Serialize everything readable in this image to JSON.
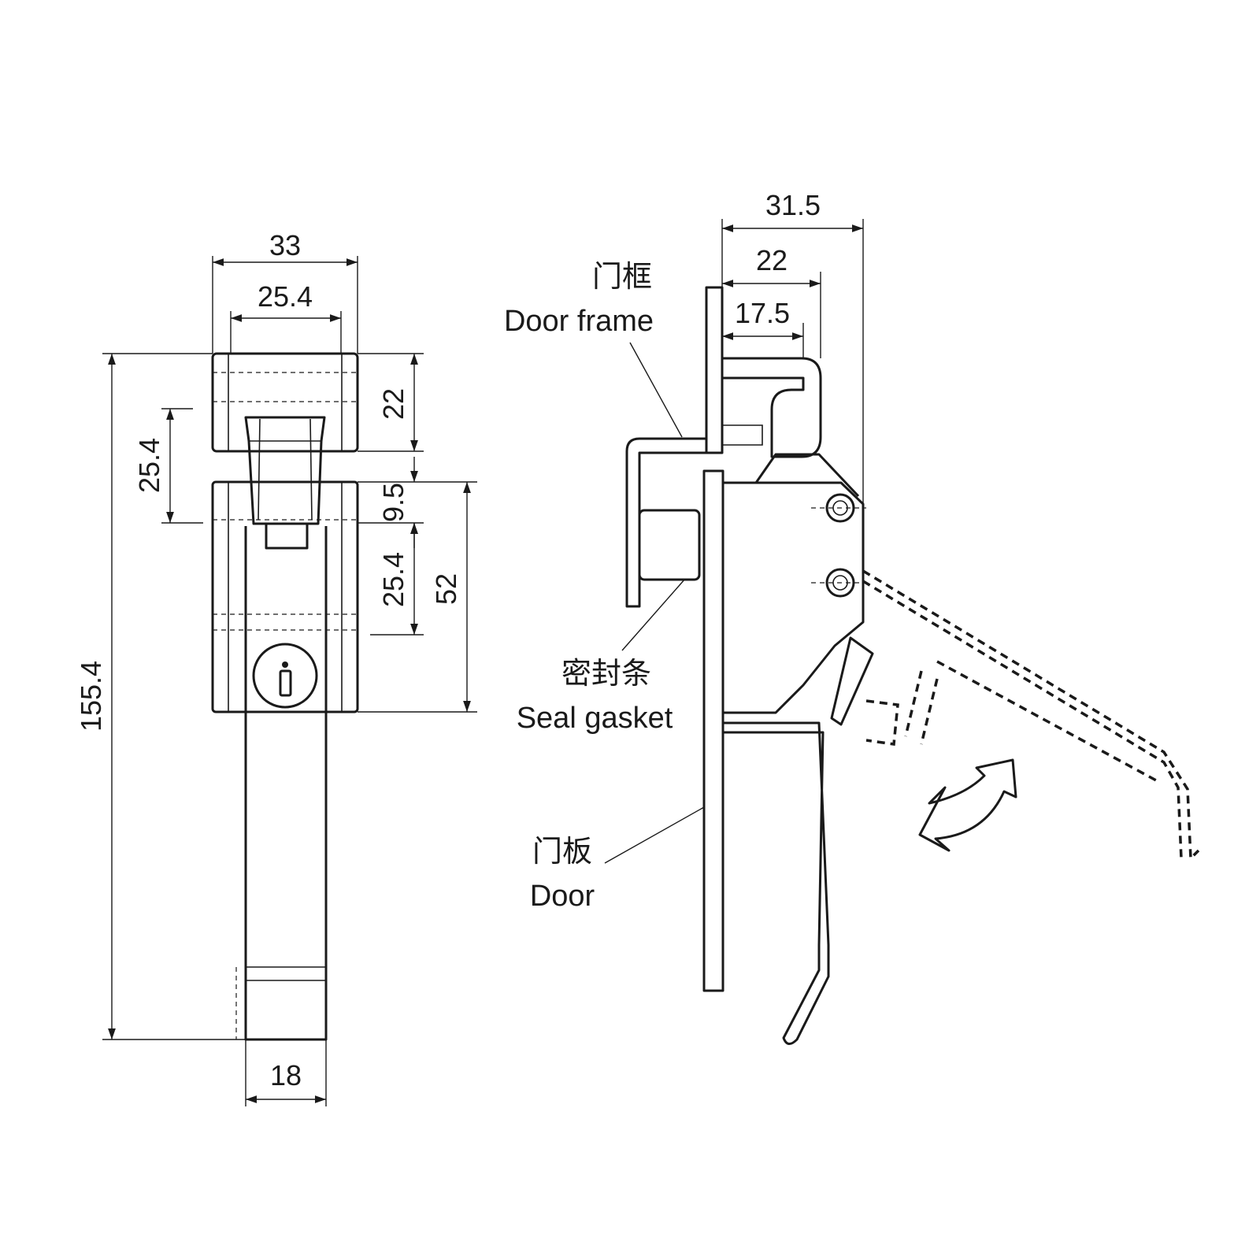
{
  "front_view": {
    "dimensions": {
      "overall_width": "33",
      "inner_width": "25.4",
      "top_height": "22",
      "offset_left": "25.4",
      "gap": "9.5",
      "lower_offset": "25.4",
      "body_height": "52",
      "overall_height": "155.4",
      "handle_width": "18"
    }
  },
  "side_view": {
    "dimensions": {
      "overall_depth": "31.5",
      "depth_mid": "22",
      "depth_inner": "17.5"
    },
    "labels": {
      "door_frame_cn": "门框",
      "door_frame_en": "Door frame",
      "seal_gasket_cn": "密封条",
      "seal_gasket_en": "Seal gasket",
      "door_cn": "门板",
      "door_en": "Door"
    }
  },
  "icons": [
    "keyhole-icon",
    "rotate-arrow-icon"
  ]
}
